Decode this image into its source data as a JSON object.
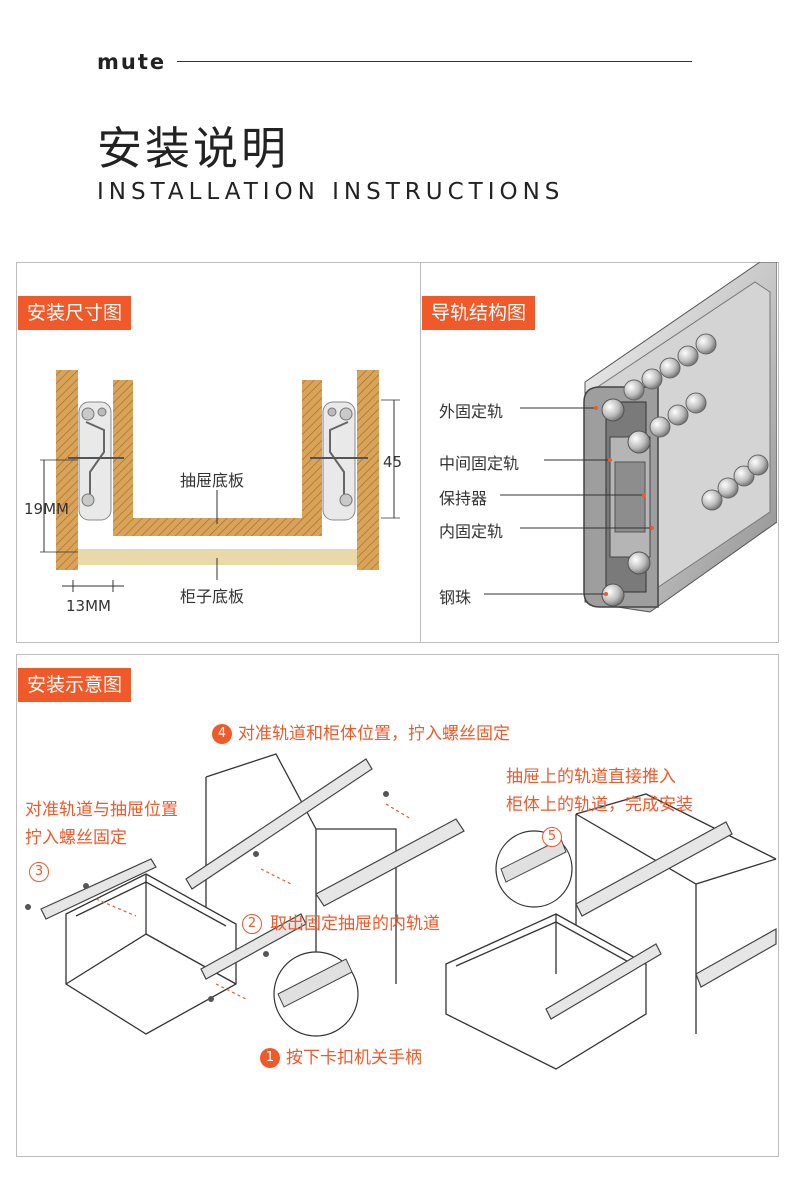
{
  "header": {
    "brand": "mute",
    "title_cn": "安装说明",
    "title_en": "INSTALLATION INSTRUCTIONS"
  },
  "size_panel": {
    "badge": "安装尺寸图",
    "drawer_bottom": "抽屉底板",
    "cabinet_bottom": "柜子底板",
    "dim_height": "19MM",
    "dim_gap": "13MM",
    "dim_45": "45"
  },
  "structure_panel": {
    "badge": "导轨结构图",
    "parts": [
      "外固定轨",
      "中间固定轨",
      "保持器",
      "内固定轨",
      "钢珠"
    ]
  },
  "install_panel": {
    "badge": "安装示意图",
    "step1": {
      "num": "1",
      "text": "按下卡扣机关手柄"
    },
    "step2": {
      "num": "2",
      "text": "取出固定抽屉的内轨道"
    },
    "step3": {
      "num": "3",
      "text_lines": [
        "对准轨道与抽屉位置",
        "拧入螺丝固定"
      ]
    },
    "step4": {
      "num": "4",
      "text": "对准轨道和柜体位置，拧入螺丝固定"
    },
    "step5": {
      "num": "5",
      "text_lines": [
        "抽屉上的轨道直接推入",
        "柜体上的轨道，完成安装"
      ]
    }
  },
  "colors": {
    "accent": "#f0592a",
    "wood": "#d9a45a",
    "board": "#ead9a8"
  }
}
